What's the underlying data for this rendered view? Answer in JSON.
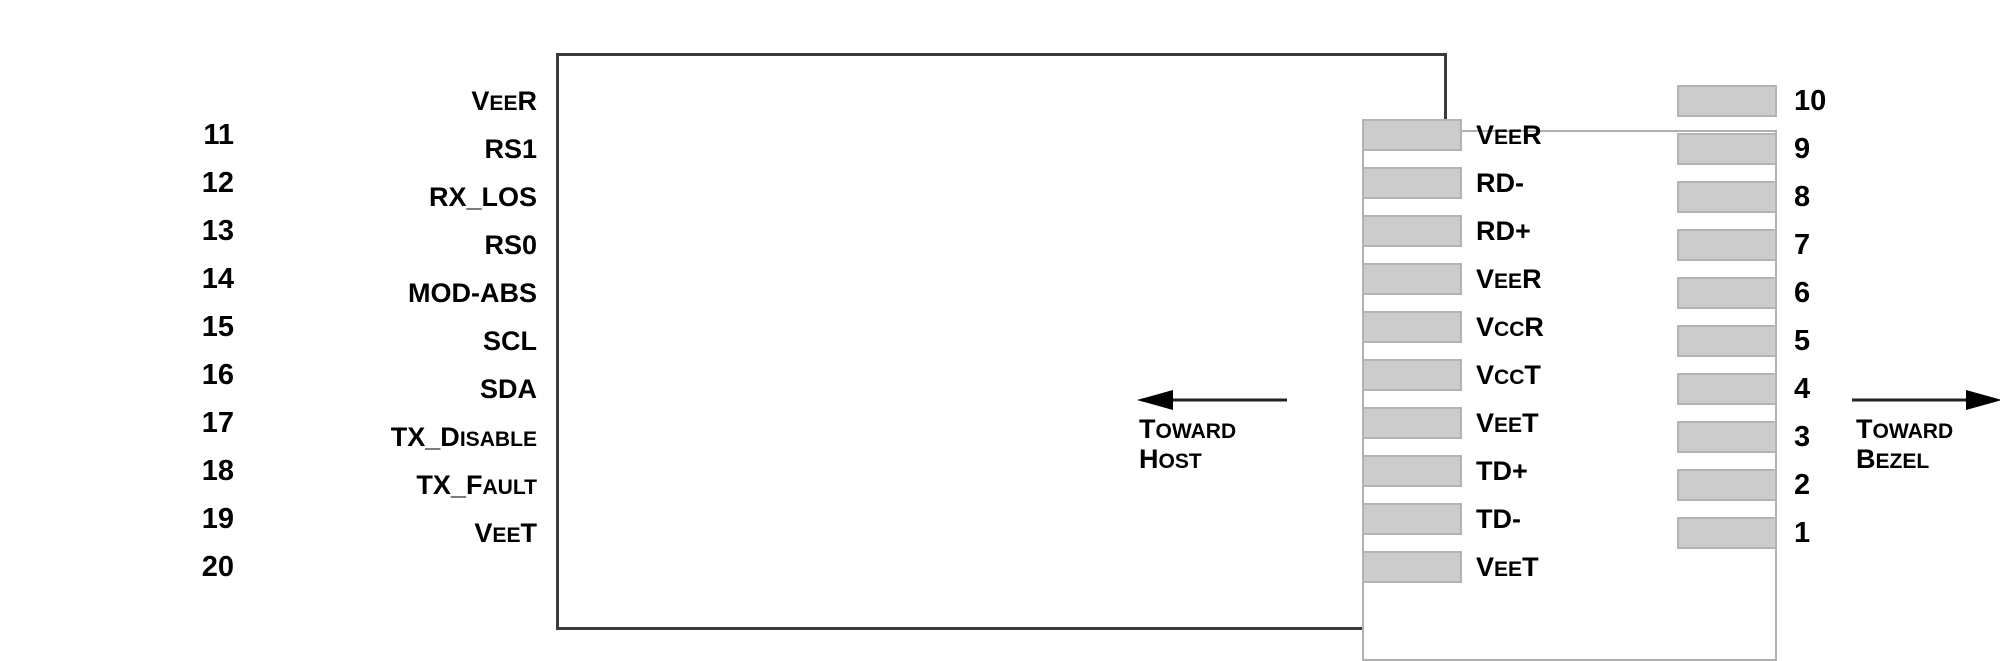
{
  "diagram": {
    "title": "SFP Module Pin Assignment Diagram",
    "body_label": "sfp-module-body",
    "colors": {
      "frame_border": "#3b3b3b",
      "body_border": "#b0b0b0",
      "pad_fill": "#cccccc",
      "pad_border": "#b3b3b3",
      "text": "#000000",
      "background": "#ffffff"
    },
    "left_column": {
      "name": "host-side-pins",
      "pins": [
        {
          "number": "11",
          "signal": "VEER",
          "signal_head": "V",
          "signal_small": "EE",
          "signal_tail": "R"
        },
        {
          "number": "12",
          "signal": "RD-",
          "signal_head": "RD-",
          "signal_small": "",
          "signal_tail": ""
        },
        {
          "number": "13",
          "signal": "RD+",
          "signal_head": "RD+",
          "signal_small": "",
          "signal_tail": ""
        },
        {
          "number": "14",
          "signal": "VEER",
          "signal_head": "V",
          "signal_small": "EE",
          "signal_tail": "R"
        },
        {
          "number": "15",
          "signal": "VCCR",
          "signal_head": "V",
          "signal_small": "CC",
          "signal_tail": "R"
        },
        {
          "number": "16",
          "signal": "VCCT",
          "signal_head": "V",
          "signal_small": "CC",
          "signal_tail": "T"
        },
        {
          "number": "17",
          "signal": "VEET",
          "signal_head": "V",
          "signal_small": "EE",
          "signal_tail": "T"
        },
        {
          "number": "18",
          "signal": "TD+",
          "signal_head": "TD+",
          "signal_small": "",
          "signal_tail": ""
        },
        {
          "number": "19",
          "signal": "TD-",
          "signal_head": "TD-",
          "signal_small": "",
          "signal_tail": ""
        },
        {
          "number": "20",
          "signal": "VEET",
          "signal_head": "V",
          "signal_small": "EE",
          "signal_tail": "T"
        }
      ]
    },
    "right_column": {
      "name": "bezel-side-pins",
      "pins": [
        {
          "number": "10",
          "signal": "VEER",
          "signal_head": "V",
          "signal_small": "EE",
          "signal_tail": "R"
        },
        {
          "number": "9",
          "signal": "RS1",
          "signal_head": "RS1",
          "signal_small": "",
          "signal_tail": ""
        },
        {
          "number": "8",
          "signal": "RX_LOS",
          "signal_head": "RX_LOS",
          "signal_small": "",
          "signal_tail": ""
        },
        {
          "number": "7",
          "signal": "RS0",
          "signal_head": "RS0",
          "signal_small": "",
          "signal_tail": ""
        },
        {
          "number": "6",
          "signal": "MOD-ABS",
          "signal_head": "MOD-ABS",
          "signal_small": "",
          "signal_tail": ""
        },
        {
          "number": "5",
          "signal": "SCL",
          "signal_head": "SCL",
          "signal_small": "",
          "signal_tail": ""
        },
        {
          "number": "4",
          "signal": "SDA",
          "signal_head": "SDA",
          "signal_small": "",
          "signal_tail": ""
        },
        {
          "number": "3",
          "signal": "TX_DISABLE",
          "signal_head": "TX_D",
          "signal_small": "ISABLE",
          "signal_tail": ""
        },
        {
          "number": "2",
          "signal": "TX_FAULT",
          "signal_head": "TX_F",
          "signal_small": "AULT",
          "signal_tail": ""
        },
        {
          "number": "1",
          "signal": "VEET",
          "signal_head": "V",
          "signal_small": "EE",
          "signal_tail": "T"
        }
      ]
    },
    "annotations": {
      "host": {
        "line1_head": "T",
        "line1_small": "OWARD",
        "line2_head": "H",
        "line2_small": "OST",
        "arrow_direction": "left"
      },
      "bezel": {
        "line1_head": "T",
        "line1_small": "OWARD",
        "line2_head": "B",
        "line2_small": "EZEL",
        "arrow_direction": "right"
      }
    }
  }
}
